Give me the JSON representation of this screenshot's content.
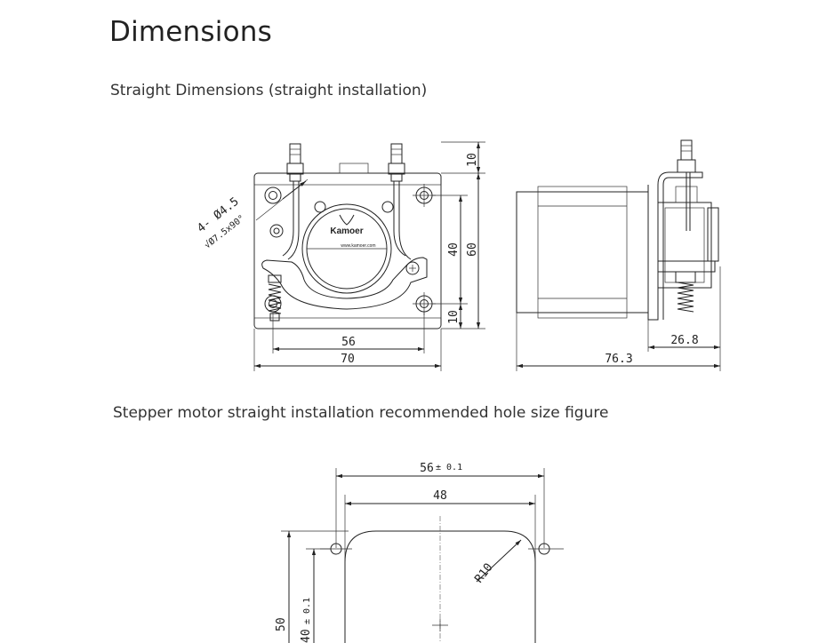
{
  "page": {
    "title": "Dimensions",
    "section1_heading": "Straight Dimensions (straight installation)",
    "section2_heading": "Stepper motor straight installation recommended hole size figure"
  },
  "drawing1": {
    "brand_text": "Kamoer",
    "website_text": "www.kamoer.com",
    "hole_callout_1": "4- Ø4.5",
    "hole_callout_2": "√Ø7.5x90°",
    "dim_top": "10",
    "dim_hole_spacing_v": "40",
    "dim_height": "60",
    "dim_bottom": "10",
    "dim_hole_spacing_h": "56",
    "dim_width": "70",
    "dim_depth_pump": "26.8",
    "dim_depth_total": "76.3"
  },
  "drawing2": {
    "dim_outer_width": "56",
    "dim_outer_width_tol": "± 0.1",
    "dim_inner_width": "48",
    "dim_radius": "R10",
    "dim_outer_height": "50",
    "dim_hole_spacing_v": "40",
    "dim_hole_spacing_v_tol": "± 0.1"
  }
}
